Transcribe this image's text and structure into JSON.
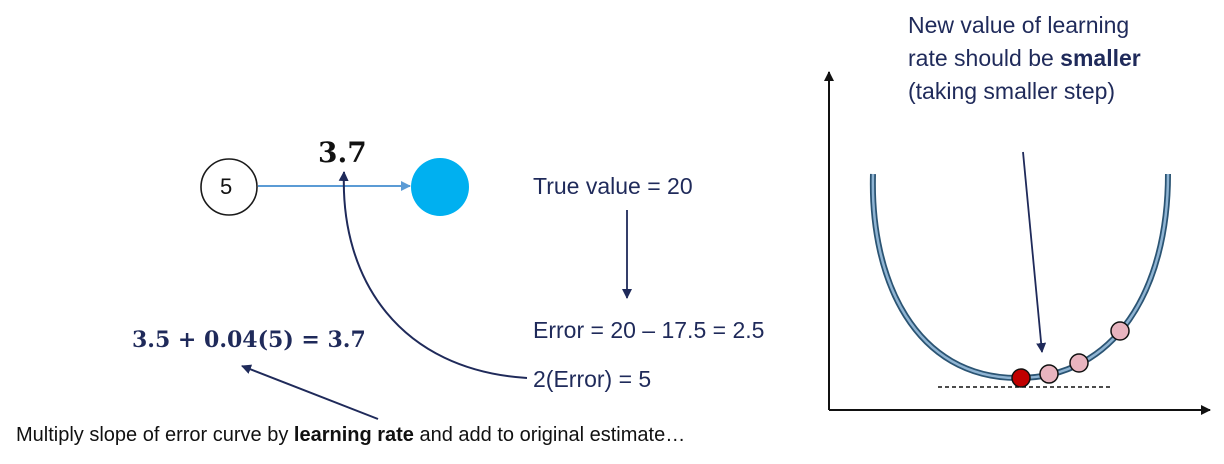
{
  "input_node": {
    "value": "5"
  },
  "weight_label": "3.7",
  "true_value": "True value = 20",
  "error_eq": "Error = 20 – 17.5 = 2.5",
  "slope_eq": "2(Error) = 5",
  "update_eq": "3.5 + 0.04(5) = 3.7",
  "caption": {
    "before": "Multiply slope of error curve by ",
    "bold": "learning rate",
    "after": " and add to original estimate…"
  },
  "annotation": {
    "line1": "New value of learning",
    "line2_before": "rate should be ",
    "line2_bold": "smaller",
    "line3": "(taking smaller step)"
  },
  "colors": {
    "output_node": "#00b0f0",
    "arrow": "#5b9bd5",
    "navy": "#1f2a5a",
    "curve": "#3f6f99",
    "red_point": "#c00000",
    "pink_point": "#e8b4bf"
  }
}
